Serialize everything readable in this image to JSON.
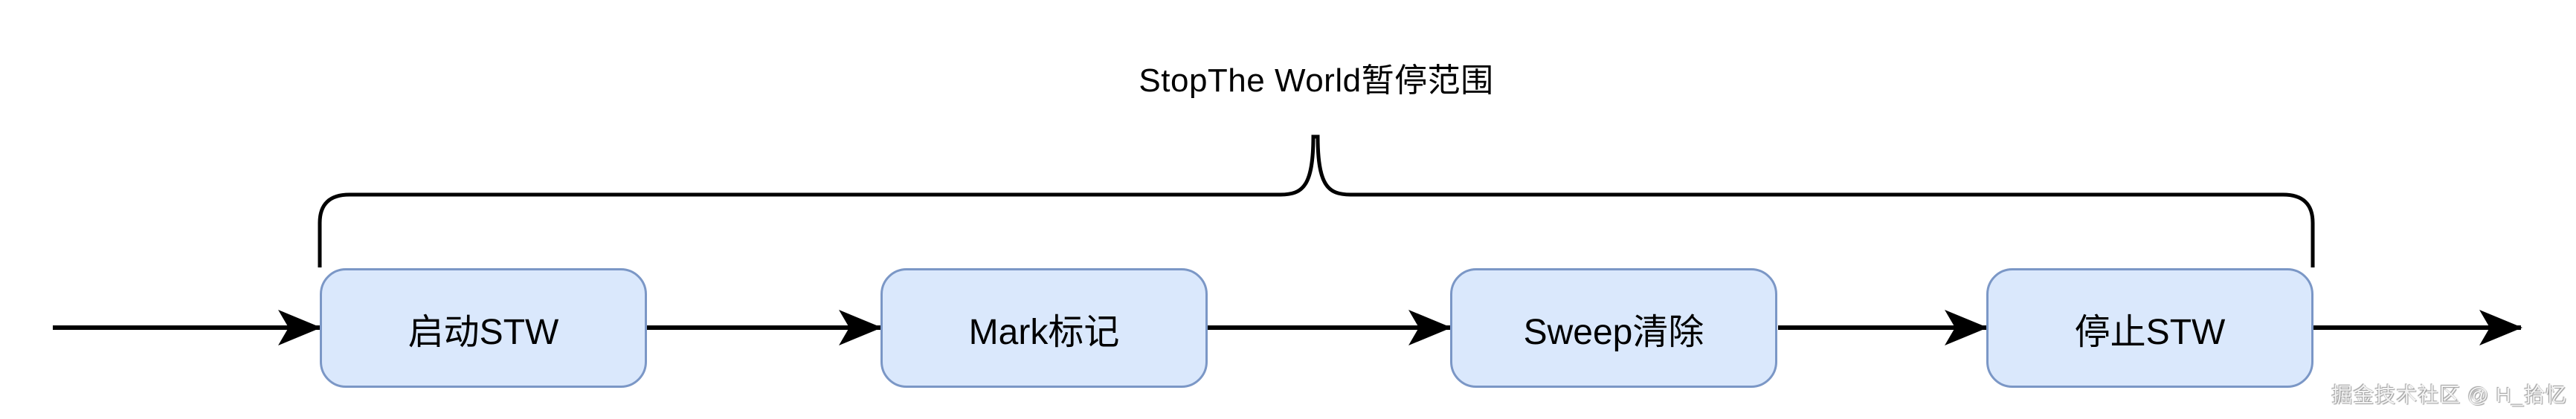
{
  "diagram": {
    "title": "StopThe World暂停范围",
    "brace_label_target": "pause-range",
    "nodes": [
      {
        "id": "start-stw",
        "label": "启动STW"
      },
      {
        "id": "mark",
        "label": "Mark标记"
      },
      {
        "id": "sweep",
        "label": "Sweep清除"
      },
      {
        "id": "stop-stw",
        "label": "停止STW"
      }
    ],
    "edges": [
      {
        "from": "entry",
        "to": "start-stw"
      },
      {
        "from": "start-stw",
        "to": "mark"
      },
      {
        "from": "mark",
        "to": "sweep"
      },
      {
        "from": "sweep",
        "to": "stop-stw"
      },
      {
        "from": "stop-stw",
        "to": "exit"
      }
    ]
  },
  "watermark": {
    "text": "掘金技术社区 @ H_拾忆"
  },
  "colors": {
    "node_fill": "#dae8fc",
    "node_border": "#7b97c6",
    "line": "#000000",
    "watermark_fill": "#f3f3f3",
    "watermark_shadow": "#9b9b9b"
  }
}
